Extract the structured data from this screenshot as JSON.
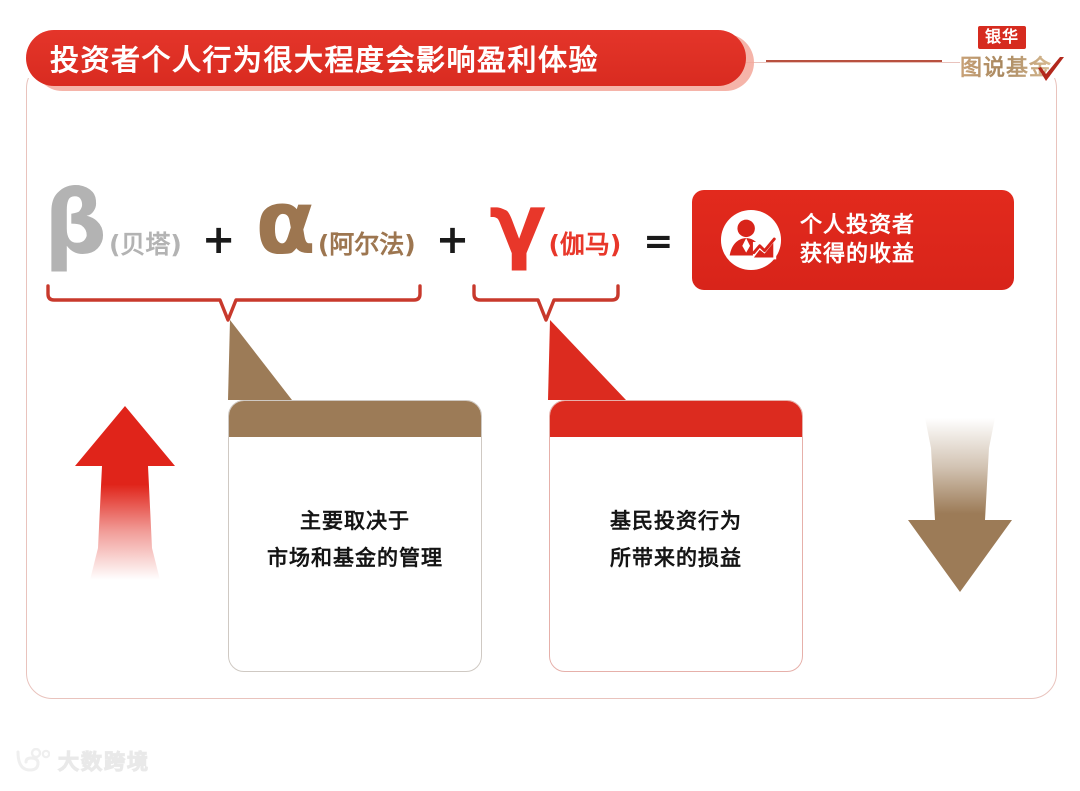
{
  "header": {
    "title": "投资者个人行为很大程度会影响盈利体验",
    "connector_name": "title-connector-line"
  },
  "logo": {
    "badge": "银华",
    "name": "图说基金",
    "check_icon": "check-icon"
  },
  "formula": {
    "terms": [
      {
        "symbol": "β",
        "label": "(贝塔)",
        "color": "#b3b3b3",
        "name": "beta"
      },
      {
        "symbol": "α",
        "label": "(阿尔法)",
        "color": "#9d7650",
        "name": "alpha"
      },
      {
        "symbol": "γ",
        "label": "(伽马)",
        "color": "#e8372a",
        "name": "gamma"
      }
    ],
    "plus_1": "+",
    "plus_2": "+",
    "equals": "="
  },
  "result": {
    "icon": "investor-chart-icon",
    "line1": "个人投资者",
    "line2": "获得的收益",
    "bg_color": "#e0251a"
  },
  "cards": [
    {
      "name": "beta-alpha-card",
      "header_color": "#9c7b57",
      "line1": "主要取决于",
      "line2": "市场和基金的管理"
    },
    {
      "name": "gamma-card",
      "header_color": "#dc2b1f",
      "line1": "基民投资行为",
      "line2": "所带来的损益"
    }
  ],
  "arrows": {
    "left": {
      "name": "up-arrow-icon",
      "direction": "up",
      "color": "#e0241a"
    },
    "right": {
      "name": "down-arrow-icon",
      "direction": "down",
      "color": "#9c7b57"
    }
  },
  "brackets": {
    "left_name": "beta-alpha-brace",
    "right_name": "gamma-brace",
    "color": "#c8392c"
  },
  "watermark": {
    "text": "大数跨境",
    "mark": "dashukuajing-logo-icon"
  },
  "colors": {
    "brand_red": "#e03124",
    "brand_brown": "#9c7b57",
    "brand_gray": "#b3b3b3",
    "frame_border": "#e9c3bd"
  }
}
